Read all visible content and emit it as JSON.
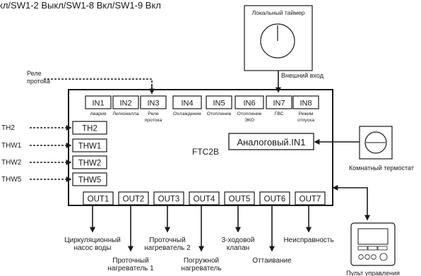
{
  "header_text": "кл/SW1-2 Выкл/SW1-8 Вкл/SW1-9 Вкл",
  "controller": {
    "name": "FTC2B",
    "analog_input": "Аналоговый.IN1"
  },
  "inputs": [
    {
      "id": "IN1",
      "desc": [
        "Авария"
      ]
    },
    {
      "id": "IN2",
      "desc": [
        "Легионелла"
      ]
    },
    {
      "id": "IN3",
      "desc": [
        "Реле",
        "протока"
      ]
    },
    {
      "id": "IN4",
      "desc": [
        "Охлаждение"
      ]
    },
    {
      "id": "IN5",
      "desc": [
        "Отопление"
      ]
    },
    {
      "id": "IN6",
      "desc": [
        "Отопление",
        "ЭКО"
      ]
    },
    {
      "id": "IN7",
      "desc": [
        "ГВС"
      ]
    },
    {
      "id": "IN8",
      "desc": [
        "Режим",
        "отпуска"
      ]
    }
  ],
  "sensors": [
    {
      "id": "TH2",
      "label": "TH2"
    },
    {
      "id": "THW1",
      "label": "THW1"
    },
    {
      "id": "THW2",
      "label": "THW2"
    },
    {
      "id": "THW5",
      "label": "THW5"
    }
  ],
  "outputs": [
    {
      "id": "OUT1",
      "desc": [
        "Циркуляционный",
        "насос воды"
      ]
    },
    {
      "id": "OUT2",
      "desc": [
        "Проточный",
        "нагреватель 1"
      ]
    },
    {
      "id": "OUT3",
      "desc": [
        "Проточный",
        "нагреватель 2"
      ]
    },
    {
      "id": "OUT4",
      "desc": [
        "Погружной",
        "нагреватель"
      ]
    },
    {
      "id": "OUT5",
      "desc": [
        "3-ходовой",
        "клапан"
      ]
    },
    {
      "id": "OUT6",
      "desc": [
        "Оттаивание"
      ]
    },
    {
      "id": "OUT7",
      "desc": [
        "Неисправность"
      ]
    }
  ],
  "external": {
    "flow_relay": [
      "Реле",
      "протока"
    ],
    "local_timer": "Локальный таймер",
    "external_input": "Внешний вход",
    "room_thermostat": "Комнатный термостат",
    "remote_control": "Пульт управления"
  },
  "colors": {
    "line": "#1a1a1a",
    "background": "#ffffff"
  }
}
